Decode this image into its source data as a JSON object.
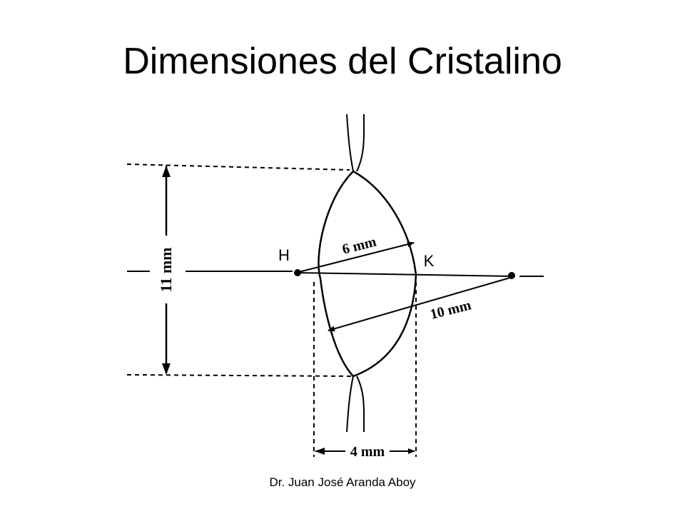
{
  "slide": {
    "title": "Dimensiones del Cristalino",
    "footer": "Dr. Juan José Aranda Aboy"
  },
  "diagram": {
    "labels": {
      "height": "11 mm",
      "radius_front": "6 mm",
      "radius_back": "10 mm",
      "thickness": "4 mm",
      "point_h": "H",
      "point_k": "K"
    },
    "colors": {
      "ink": "#000000",
      "background": "#ffffff"
    }
  }
}
